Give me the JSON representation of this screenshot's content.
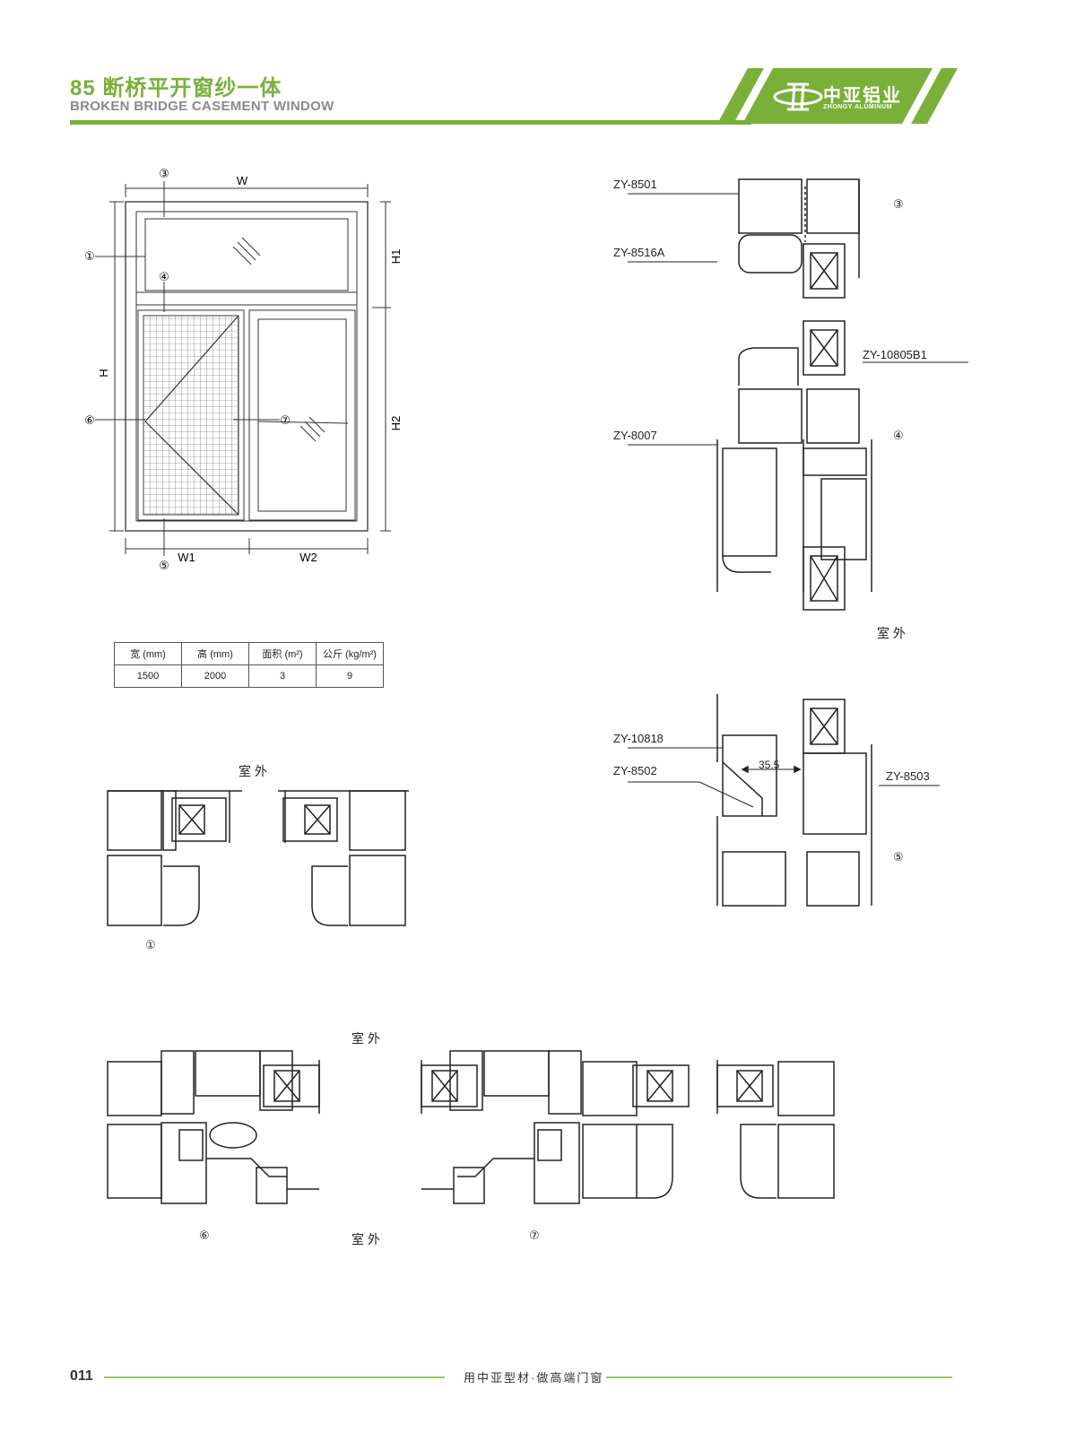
{
  "header": {
    "title_cn": "85 断桥平开窗纱一体",
    "title_en": "BROKEN BRIDGE CASEMENT WINDOW",
    "logo_cn": "中亚铝业",
    "logo_en": "ZHONGY ALUMINUM",
    "accent_color": "#7ab03a"
  },
  "elevation": {
    "dim_w": "W",
    "dim_h": "H",
    "dim_h1": "H1",
    "dim_h2": "H2",
    "dim_w1": "W1",
    "dim_w2": "W2",
    "markers": [
      "①",
      "③",
      "④",
      "⑤",
      "⑥",
      "⑦"
    ]
  },
  "spec_table": {
    "headers": [
      "宽 (mm)",
      "高 (mm)",
      "面积 (m²)",
      "公斤 (kg/m²)"
    ],
    "values": [
      "1500",
      "2000",
      "3",
      "9"
    ]
  },
  "profiles": {
    "zy8501": "ZY-8501",
    "zy8516a": "ZY-8516A",
    "zy10805b1": "ZY-10805B1",
    "zy8007": "ZY-8007",
    "zy10818": "ZY-10818",
    "zy8502": "ZY-8502",
    "zy8503": "ZY-8503",
    "dim_355": "35.5"
  },
  "section_markers": {
    "m1": "①",
    "m3": "③",
    "m4": "④",
    "m5": "⑤",
    "m6": "⑥",
    "m7": "⑦"
  },
  "outdoor_label": "室 外",
  "footer": {
    "page_number": "011",
    "slogan": "用中亚型材·做高端门窗"
  }
}
